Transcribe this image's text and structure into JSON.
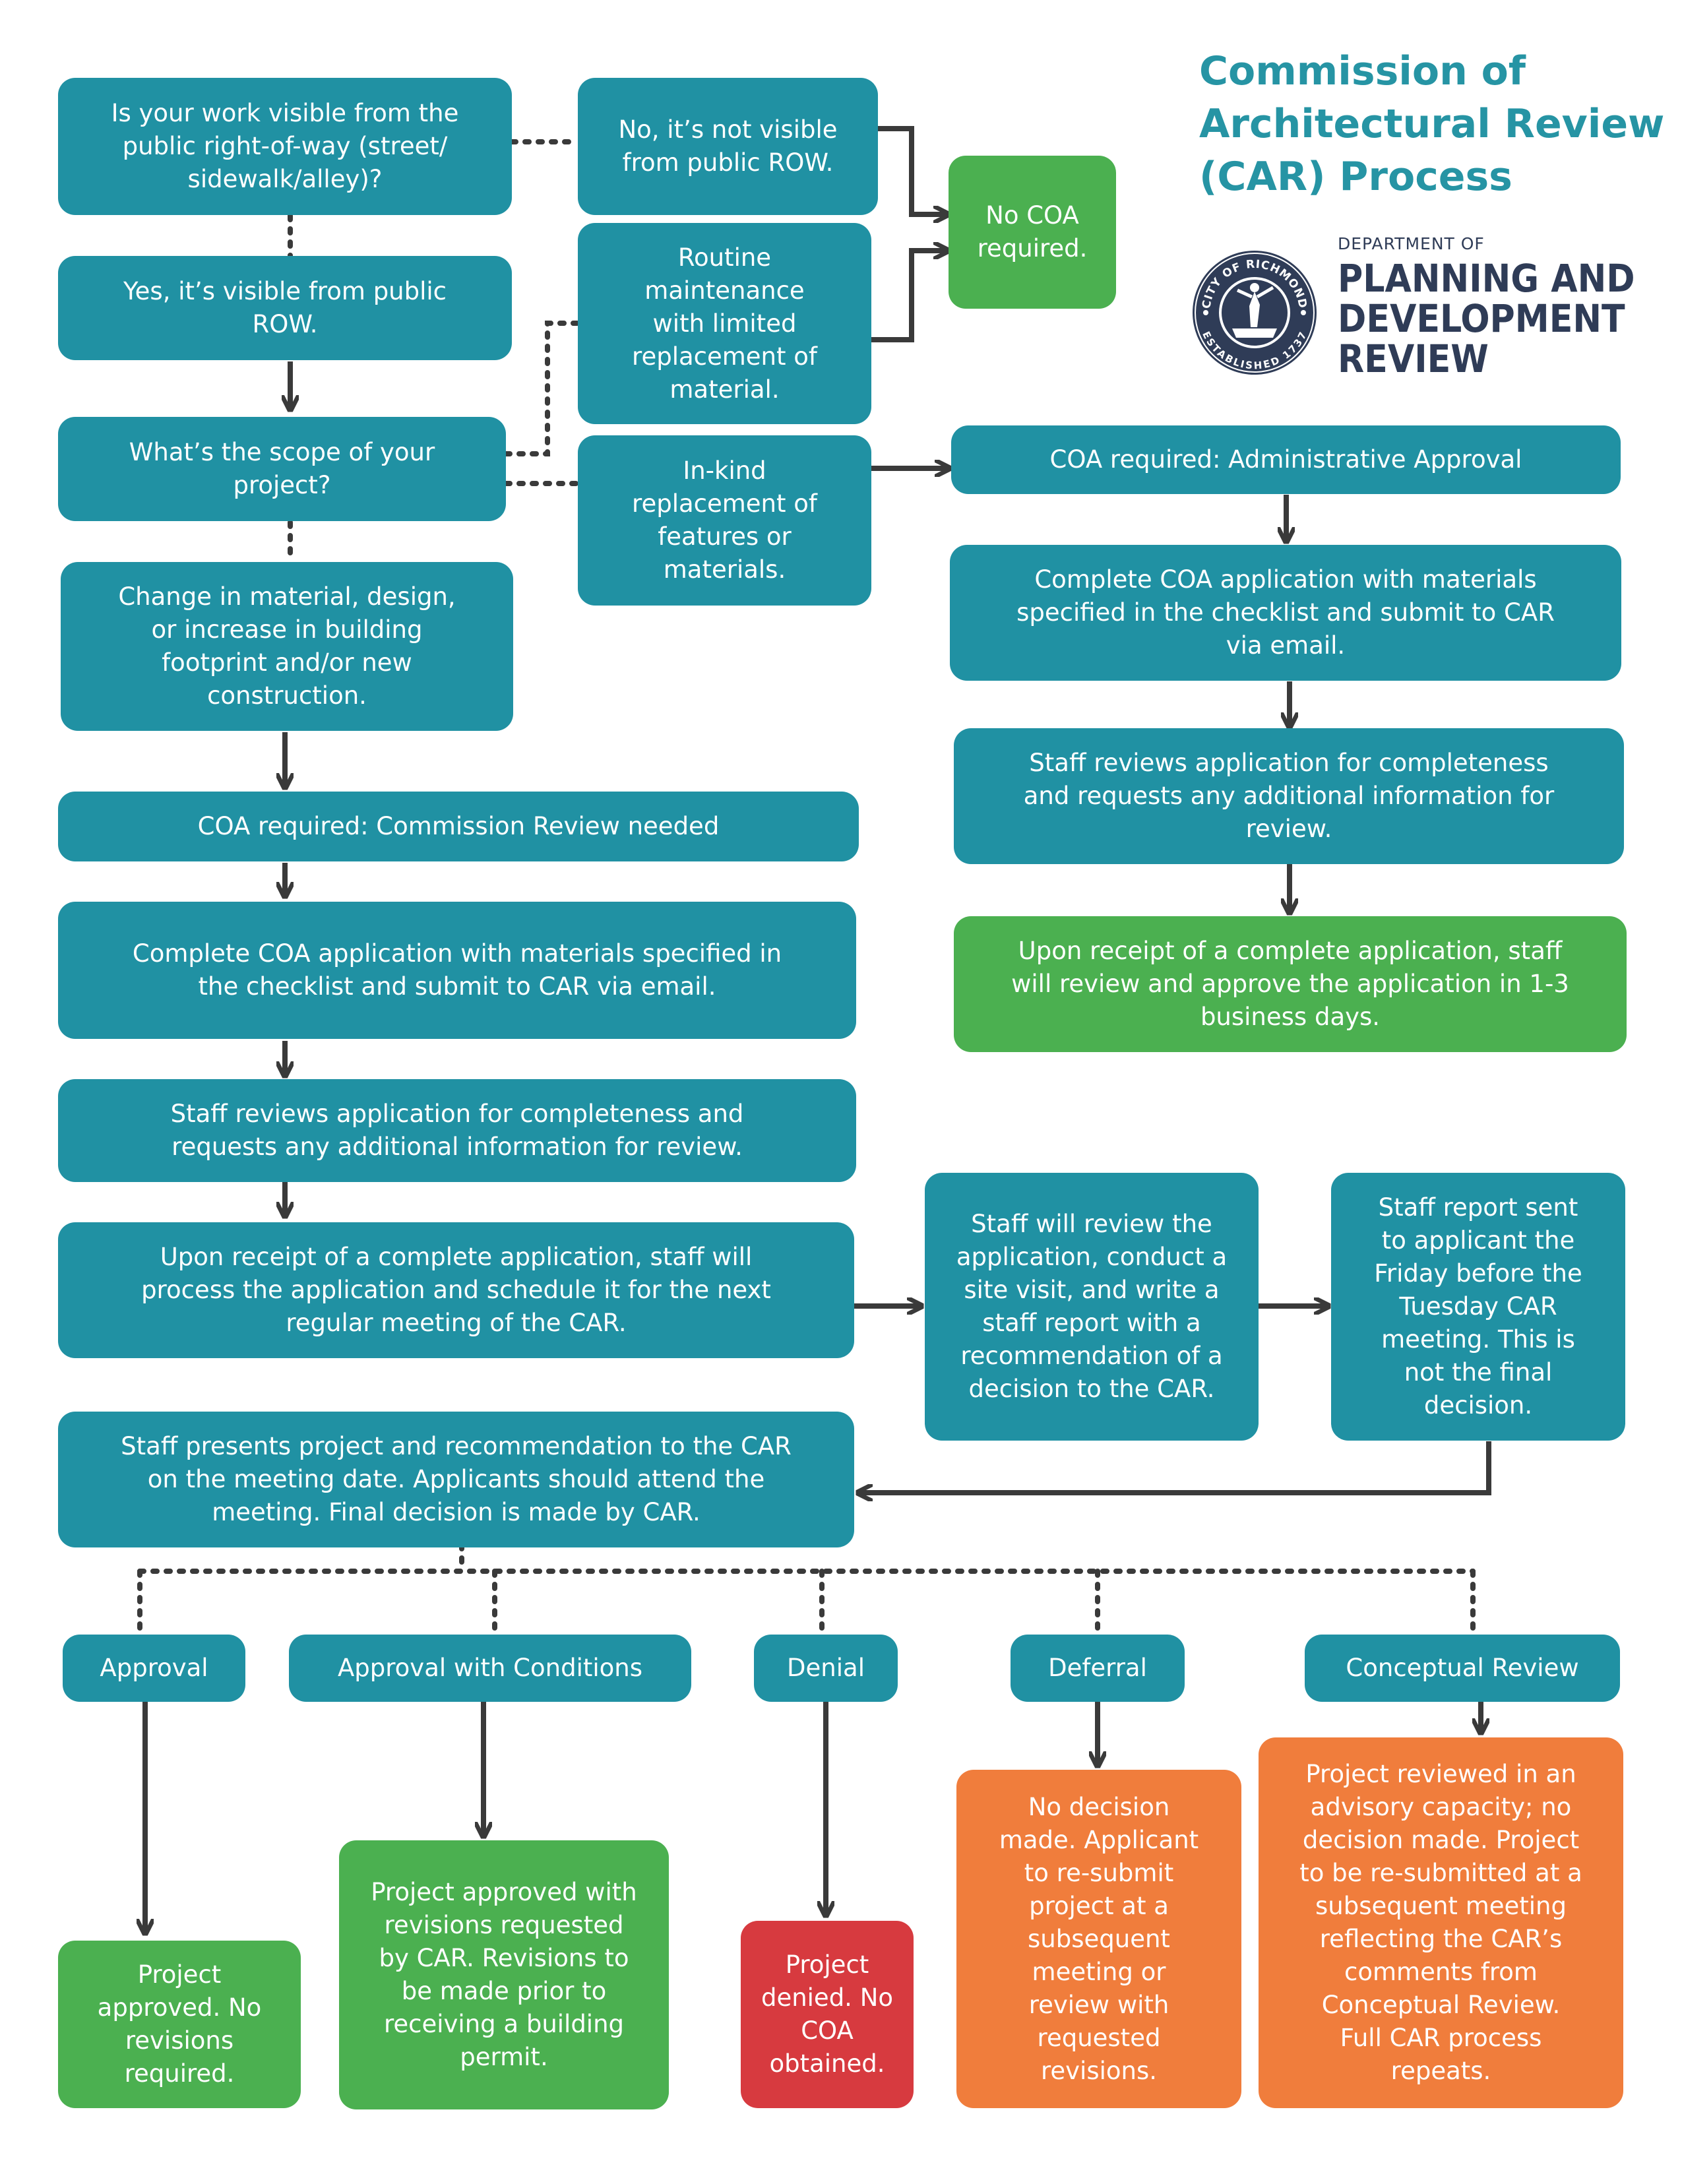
{
  "title": {
    "line1": "Commission of",
    "line2": "Architectural Review",
    "line3": "(CAR) Process"
  },
  "logo": {
    "seal_ring_text": "CITY OF RICHMOND",
    "seal_year_text": "ESTABLISHED 1737",
    "dept_small": "DEPARTMENT OF",
    "dept_line1": "PLANNING AND",
    "dept_line2": "DEVELOPMENT",
    "dept_line3": "REVIEW"
  },
  "colors": {
    "teal": "#2091a3",
    "green": "#4bb050",
    "orange": "#f07d3c",
    "red": "#d73a3f",
    "connector": "#3a3a3a",
    "title": "#2694a4",
    "dept": "#2f3c57"
  },
  "nodes": {
    "visible_question": "Is your work visible from the public right-of-way (street/ sidewalk/alley)?",
    "not_visible": "No, it’s not visible from public ROW.",
    "no_coa": "No COA required.",
    "visible_yes": "Yes, it’s visible from public ROW.",
    "routine_maintenance": "Routine maintenance with limited replacement of material.",
    "scope_question": "What’s the scope of your project?",
    "in_kind": "In-kind replacement of features or materials.",
    "admin_approval": "COA required: Administrative Approval",
    "admin_complete_app": "Complete COA application with materials specified in the checklist and submit to CAR via email.",
    "admin_staff_reviews": "Staff reviews application for completeness and requests any additional information for review.",
    "admin_approve": "Upon receipt of a complete application, staff will review and approve the application in 1-3 business days.",
    "change_material": "Change in material, design, or increase in building footprint and/or new construction.",
    "commission_review": "COA required: Commission Review needed",
    "complete_app": "Complete COA application with materials specified in the checklist and submit to CAR via email.",
    "staff_reviews": "Staff reviews application for completeness and requests any additional information for review.",
    "schedule_meeting": "Upon receipt of a complete application, staff will process the application and schedule it for the next regular meeting of the CAR.",
    "site_visit": "Staff will review the application, conduct a site visit, and write a staff report with a recommendation of a decision to the CAR.",
    "staff_report": "Staff report sent to applicant the Friday before the Tuesday CAR meeting. This is not the final decision.",
    "presents_project": "Staff presents project and recommendation to the CAR on the meeting date. Applicants should attend the meeting. Final decision is made by CAR.",
    "approval": "Approval",
    "approval_conditions": "Approval with Conditions",
    "denial": "Denial",
    "deferral": "Deferral",
    "conceptual_review": "Conceptual Review",
    "approved_no_revisions": "Project approved. No revisions required.",
    "approved_with_revisions": "Project approved with revisions requested by CAR. Revisions to be made prior to receiving a building permit.",
    "denied": "Project denied. No COA obtained.",
    "no_decision": "No decision made. Applicant to re-submit project at a subsequent meeting or review with requested revisions.",
    "advisory_review": "Project reviewed in an advisory capacity; no decision made. Project to be re-submitted at a subsequent meeting reflecting the CAR’s comments from Conceptual Review. Full CAR process repeats."
  },
  "edges": [
    {
      "from": "visible_question",
      "to": "not_visible",
      "style": "dotted"
    },
    {
      "from": "visible_question",
      "to": "visible_yes",
      "style": "dotted"
    },
    {
      "from": "not_visible",
      "to": "no_coa",
      "style": "arrow"
    },
    {
      "from": "routine_maintenance",
      "to": "no_coa",
      "style": "arrow"
    },
    {
      "from": "visible_yes",
      "to": "scope_question",
      "style": "arrow"
    },
    {
      "from": "scope_question",
      "to": "routine_maintenance",
      "style": "dotted"
    },
    {
      "from": "scope_question",
      "to": "in_kind",
      "style": "dotted"
    },
    {
      "from": "scope_question",
      "to": "change_material",
      "style": "dotted"
    },
    {
      "from": "in_kind",
      "to": "admin_approval",
      "style": "arrow"
    },
    {
      "from": "admin_approval",
      "to": "admin_complete_app",
      "style": "arrow"
    },
    {
      "from": "admin_complete_app",
      "to": "admin_staff_reviews",
      "style": "arrow"
    },
    {
      "from": "admin_staff_reviews",
      "to": "admin_approve",
      "style": "arrow"
    },
    {
      "from": "change_material",
      "to": "commission_review",
      "style": "arrow"
    },
    {
      "from": "commission_review",
      "to": "complete_app",
      "style": "arrow"
    },
    {
      "from": "complete_app",
      "to": "staff_reviews",
      "style": "arrow"
    },
    {
      "from": "staff_reviews",
      "to": "schedule_meeting",
      "style": "arrow"
    },
    {
      "from": "schedule_meeting",
      "to": "site_visit",
      "style": "arrow"
    },
    {
      "from": "site_visit",
      "to": "staff_report",
      "style": "arrow"
    },
    {
      "from": "staff_report",
      "to": "presents_project",
      "style": "arrow"
    },
    {
      "from": "presents_project",
      "to": "approval",
      "style": "dotted"
    },
    {
      "from": "presents_project",
      "to": "approval_conditions",
      "style": "dotted"
    },
    {
      "from": "presents_project",
      "to": "denial",
      "style": "dotted"
    },
    {
      "from": "presents_project",
      "to": "deferral",
      "style": "dotted"
    },
    {
      "from": "presents_project",
      "to": "conceptual_review",
      "style": "dotted"
    },
    {
      "from": "approval",
      "to": "approved_no_revisions",
      "style": "arrow"
    },
    {
      "from": "approval_conditions",
      "to": "approved_with_revisions",
      "style": "arrow"
    },
    {
      "from": "denial",
      "to": "denied",
      "style": "arrow"
    },
    {
      "from": "deferral",
      "to": "no_decision",
      "style": "arrow"
    },
    {
      "from": "conceptual_review",
      "to": "advisory_review",
      "style": "arrow"
    }
  ]
}
